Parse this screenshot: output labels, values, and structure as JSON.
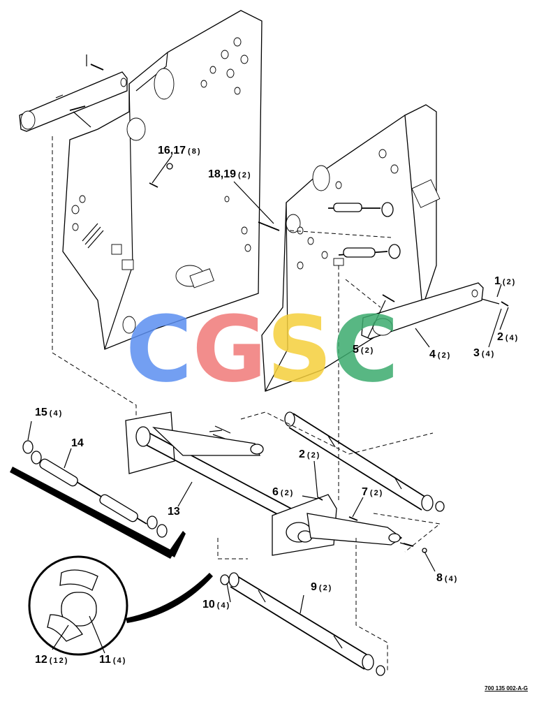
{
  "callouts": [
    {
      "num": "1",
      "qty": "(2)"
    },
    {
      "num": "2",
      "qty": "(4)"
    },
    {
      "num": "3",
      "qty": "(4)"
    },
    {
      "num": "4",
      "qty": "(2)"
    },
    {
      "num": "5",
      "qty": "(2)"
    },
    {
      "num": "2",
      "qty": "(2)"
    },
    {
      "num": "6",
      "qty": "(2)"
    },
    {
      "num": "7",
      "qty": "(2)"
    },
    {
      "num": "8",
      "qty": "(4)"
    },
    {
      "num": "9",
      "qty": "(2)"
    },
    {
      "num": "10",
      "qty": "(4)"
    },
    {
      "num": "11",
      "qty": "(4)"
    },
    {
      "num": "12",
      "qty": "(12)"
    },
    {
      "num": "13",
      "qty": ""
    },
    {
      "num": "14",
      "qty": ""
    },
    {
      "num": "15",
      "qty": "(4)"
    },
    {
      "num": "16,17",
      "qty": "(8)"
    },
    {
      "num": "18,19",
      "qty": "(2)"
    }
  ],
  "watermark": {
    "letters": [
      "C",
      "G",
      "S",
      "C"
    ],
    "colors": [
      "#5b8ff0",
      "#f07a78",
      "#f5cf3c",
      "#3cab6e"
    ]
  },
  "drawing_number": "700 135 002-A-G"
}
